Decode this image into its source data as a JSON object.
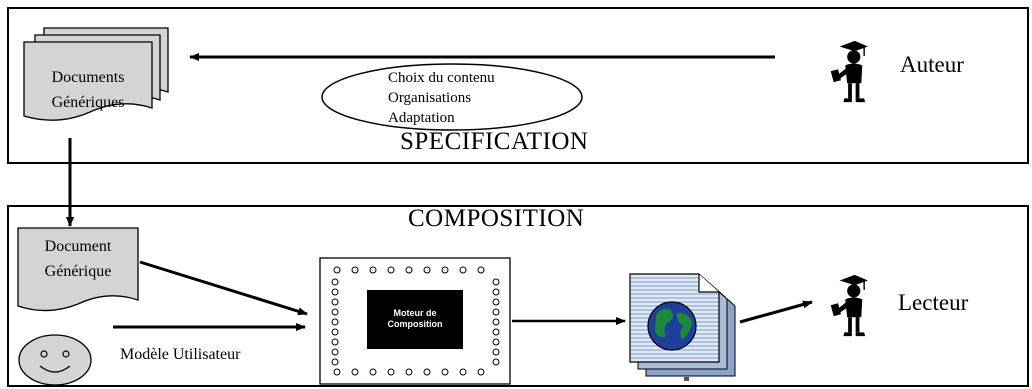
{
  "specification": {
    "title": "SPECIFICATION",
    "documents_label": [
      "Documents",
      "Génériques"
    ],
    "oval_items": [
      "Choix du contenu",
      "Organisations",
      "Adaptation"
    ],
    "author_label": "Auteur",
    "author_icon": "graduate-figure-icon"
  },
  "composition": {
    "title": "COMPOSITION",
    "document_label": [
      "Document",
      "Générique"
    ],
    "user_model_label": "Modèle Utilisateur",
    "user_icon": "smiley-face-icon",
    "engine_label": [
      "Moteur de",
      "Composition"
    ],
    "engine_icon": "chip-icon",
    "output_icon": "globe-document-icon",
    "reader_label": "Lecteur",
    "reader_icon": "graduate-figure-icon"
  }
}
